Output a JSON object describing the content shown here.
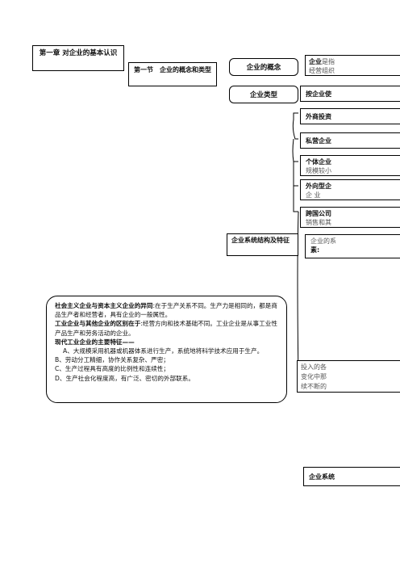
{
  "chapter": {
    "title": "第一章 对企业的基本认识"
  },
  "section": {
    "title": "第一节　企业的概念和类型"
  },
  "concept": {
    "label": "企业的概念",
    "fragment_bold": "企业",
    "fragment_rest": "是指",
    "fragment_line2": "经营组织"
  },
  "types": {
    "label": "企业类型",
    "items": [
      {
        "bold": "按企业使"
      },
      {
        "bold": "外商投资"
      },
      {
        "bold": "私营企业"
      },
      {
        "bold": "个体企业",
        "line2": "规模较小"
      },
      {
        "bold": "外向型企",
        "line2": "企 业"
      },
      {
        "bold": "跨国公司",
        "line2": "销售和其"
      }
    ]
  },
  "structure": {
    "label": "企业系统结构及特征",
    "fragment_line1": "企业的系",
    "fragment_line2": "素:"
  },
  "system_fragment": {
    "line1": "投入的各",
    "line2": "变化中那",
    "line3": "续不断的"
  },
  "bottom_fragment": {
    "label": "企业系统"
  },
  "note": {
    "p1_bold": "社会主义企业与资本主义企业的异同",
    "p1_rest": ":在于生产关系不同。生产力是相同的，都是商品生产者和经营者，具有企业的一般属性。",
    "p2_bold": "工业企业与其他企业的区别在于",
    "p2_rest": ":经营方向和技术基础不同。工业企业是从事工业性产品生产和劳务活动的企业。",
    "p3_bold": "现代工业企业的主要特征——",
    "items": [
      "A、大规模采用机器或机器体系进行生产，系统地将科学技术应用于生产。",
      "B、劳动分工精细，协作关系复杂、严密；",
      "C、生产过程具有高度的比例性和连续性；",
      "D、生产社会化程度高，有广泛、密切的外部联系。"
    ]
  }
}
